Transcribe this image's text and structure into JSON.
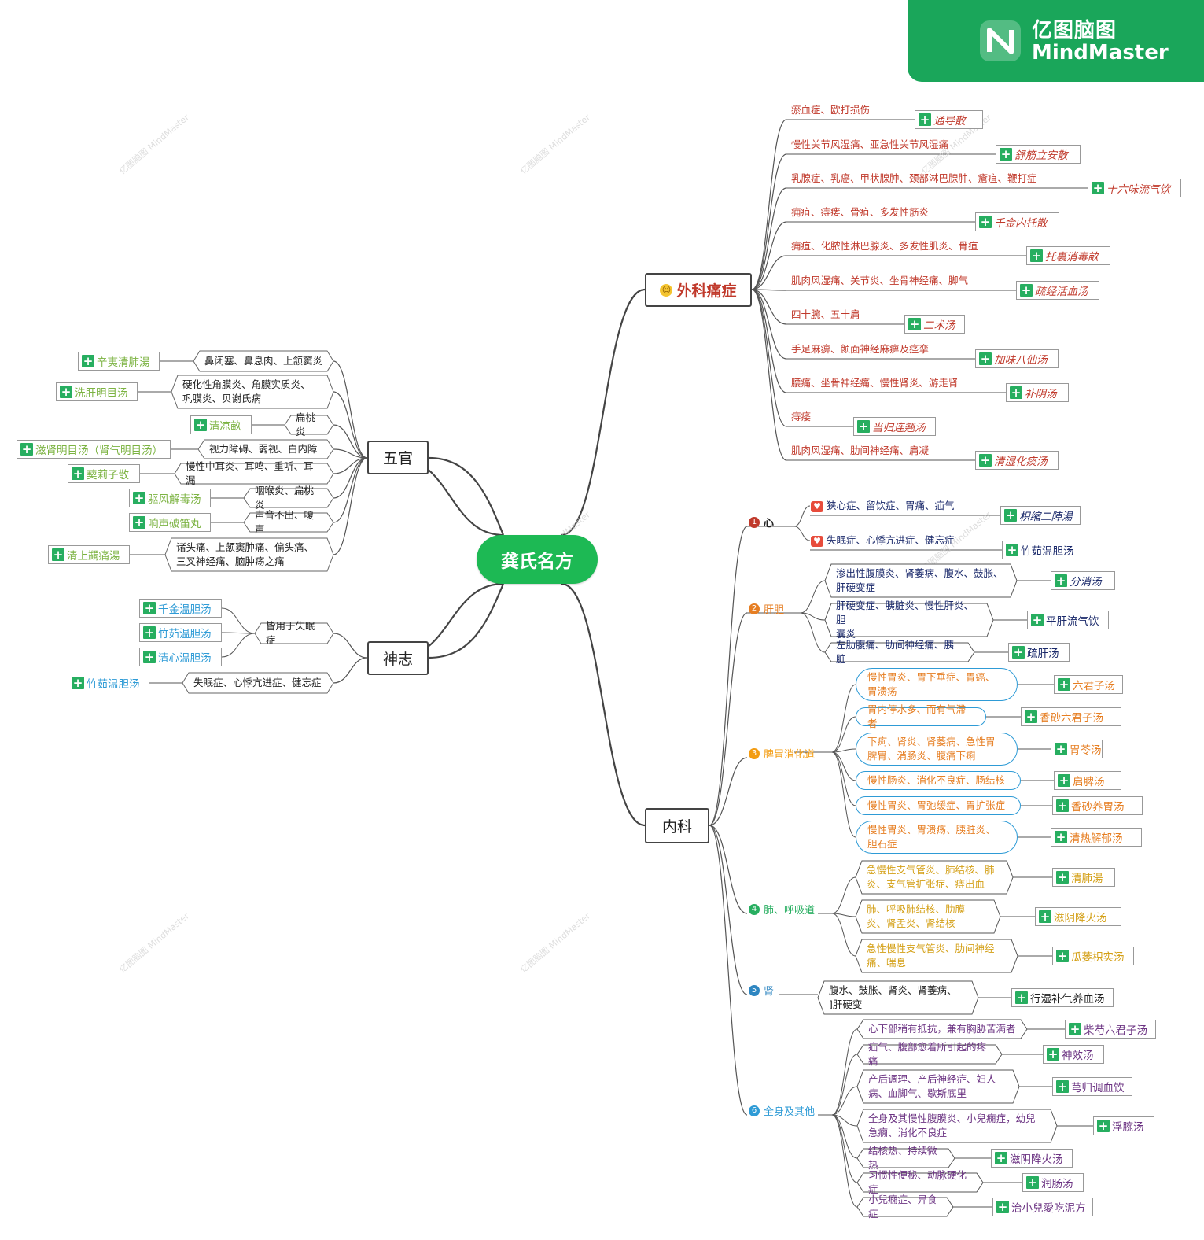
{
  "root": "龚氏名方",
  "branding": {
    "cn": "亿图脑图",
    "en": "MindMaster",
    "watermark": "亿图脑图 MindMaster"
  },
  "colors": {
    "root": "#1db954",
    "brand": "#1aa65a",
    "waike": "#c0392b",
    "xin": "#1b2a6b",
    "gandan": "#1b2a6b",
    "piwei": "#e67e22",
    "fei": "#d4a017",
    "shen": "#1b2a6b",
    "quanshen": "#6c3483",
    "wuguan_leaf": "#7cb342",
    "shenzhi_leaf": "#2e9bd6"
  },
  "wuguan": {
    "label": "五官",
    "items": [
      {
        "cond": [
          "鼻闭塞、鼻息肉、上颔窦炎"
        ],
        "rx": "辛夷清肺湯"
      },
      {
        "cond": [
          "硬化性角膜炎、角膜实质炎、",
          "巩膜炎、贝谢氏病"
        ],
        "rx": "洗肝明目汤"
      },
      {
        "cond": [
          "扁桃炎"
        ],
        "rx": "清凉畝"
      },
      {
        "cond": [
          "视力障碍、弱视、白内障"
        ],
        "rx": "滋肾明目汤（肾气明目汤）"
      },
      {
        "cond": [
          "慢性中耳炎、耳鸣、重听、耳漏"
        ],
        "rx": "葜莉子散"
      },
      {
        "cond": [
          "咽喉炎、扁桃炎"
        ],
        "rx": "驱风解毒汤"
      },
      {
        "cond": [
          "声音不出、嗄声"
        ],
        "rx": "响声破笛丸"
      },
      {
        "cond": [
          "诸头痛、上颔窦肿痛、偏头痛、",
          "三叉神经痛、脑肿疡之痛"
        ],
        "rx": "清上蠲痛湯"
      }
    ]
  },
  "shenzhi": {
    "label": "神志",
    "group_cond": "皆用于失眠症",
    "group_rx": [
      "千金温胆汤",
      "竹茹温胆汤",
      "清心温胆汤"
    ],
    "item": {
      "cond": "失眠症、心悸亢进症、健忘症",
      "rx": "竹茹温胆汤"
    }
  },
  "waike": {
    "label": "外科痛症",
    "items": [
      {
        "cond": "瘀血症、欧打损伤",
        "rx": "通导散"
      },
      {
        "cond": "慢性关节风湿痛、亚急性关节风湿痛",
        "rx": "舒筋立安散"
      },
      {
        "cond": "乳腺症、乳癌、甲状腺肿、颈部淋巴腺肿、瘡疽、鞭打症",
        "rx": "十六味流气饮"
      },
      {
        "cond": "痈疽、痔瘘、骨疽、多发性筋炎",
        "rx": "千金内托散"
      },
      {
        "cond": "痈疽、化脓性淋巴腺炎、多发性肌炎、骨疽",
        "rx": "托裏消毒畝"
      },
      {
        "cond": "肌肉风湿痛、关节炎、坐骨神经痛、脚气",
        "rx": "疏经活血汤"
      },
      {
        "cond": "四十腕、五十肩",
        "rx": "二术汤"
      },
      {
        "cond": "手足麻痹、颜面神经麻痹及痉挛",
        "rx": "加味八仙汤"
      },
      {
        "cond": "腰痛、坐骨神经痛、慢性肾炎、游走肾",
        "rx": "补阴汤"
      },
      {
        "cond": "痔瘘",
        "rx": "当归连翘汤"
      },
      {
        "cond": "肌肉风湿痛、肋间神经痛、肩凝",
        "rx": "清湿化痰汤"
      }
    ]
  },
  "neike": {
    "label": "内科",
    "sections": [
      {
        "num": "1",
        "name": "心",
        "items": [
          {
            "cond": [
              "狭心症、留饮症、胃痛、疝气"
            ],
            "rx": "枳缩二陣湯"
          },
          {
            "cond": [
              "失眠症、心悸亢进症、健忘症"
            ],
            "rx": "竹茹温胆汤"
          }
        ]
      },
      {
        "num": "2",
        "name": "肝胆",
        "items": [
          {
            "cond": [
              "渗出性腹膜炎、肾萎病、腹水、鼓胀、",
              "肝硬变症"
            ],
            "rx": "分消汤"
          },
          {
            "cond": [
              "肝硬变症、胰脏炎、慢性肝炎、胆",
              "囊炎"
            ],
            "rx": "平肝流气饮"
          },
          {
            "cond": [
              "左肋腹痛、肋间神经痛、胰脏"
            ],
            "rx": "疏肝汤"
          }
        ]
      },
      {
        "num": "3",
        "name": "脾胃消化道",
        "items": [
          {
            "cond": [
              "慢性胃炎、胃下垂症、胃癌、",
              "胃溃疡"
            ],
            "rx": "六君子汤"
          },
          {
            "cond": [
              "胃内停水多、而有气滞者"
            ],
            "rx": "香砂六君子汤"
          },
          {
            "cond": [
              "下痢、肾炎、肾萎病、急性胃",
              "脾胃、消肠炎、腹痛下痢"
            ],
            "rx": "胃苓汤"
          },
          {
            "cond": [
              "慢性肠炎、消化不良症、肠结核"
            ],
            "rx": "启脾汤"
          },
          {
            "cond": [
              "慢性胃炎、胃弛缓症、胃扩张症"
            ],
            "rx": "香砂养胃汤"
          },
          {
            "cond": [
              "慢性胃炎、胃溃疡、胰脏炎、",
              "胆石症"
            ],
            "rx": "清热解郁汤"
          }
        ]
      },
      {
        "num": "4",
        "name": "肺、呼吸道",
        "items": [
          {
            "cond": [
              "急慢性支气管炎、肺结核、肺",
              "炎、支气管扩张症、痔出血"
            ],
            "rx": "清肺湯"
          },
          {
            "cond": [
              "肺、呼吸肺结核、肋膜",
              "炎、肾盂炎、肾结核"
            ],
            "rx": "滋阴降火汤"
          },
          {
            "cond": [
              "急性慢性支气管炎、肋间神经",
              "痛、喘息"
            ],
            "rx": "瓜蒌枳实汤"
          }
        ]
      },
      {
        "num": "5",
        "name": "肾",
        "items": [
          {
            "cond": [
              "腹水、鼓胀、肾炎、肾萎病、",
              "]肝硬变"
            ],
            "rx": "行湿补气养血汤"
          }
        ]
      },
      {
        "num": "6",
        "name": "全身及其他",
        "items": [
          {
            "cond": [
              "心下部稍有抵抗，兼有胸胁苦满者"
            ],
            "rx": "柴芍六君子汤"
          },
          {
            "cond": [
              "疝气、腹部愈着所引起的疼痛"
            ],
            "rx": "神效汤"
          },
          {
            "cond": [
              "产后调理、产后神经症、妇人",
              "病、血脚气、歇斯底里"
            ],
            "rx": "芎归调血饮"
          },
          {
            "cond": [
              "全身及其慢性腹膜炎、小兒癇症，幼兒",
              "急癇、消化不良症"
            ],
            "rx": "浮腕汤"
          },
          {
            "cond": [
              "结核热、持续微热"
            ],
            "rx": "滋阴降火汤"
          },
          {
            "cond": [
              "习惯性便秘、动脉硬化症"
            ],
            "rx": "润肠汤"
          },
          {
            "cond": [
              "小兒癇症、异食症"
            ],
            "rx": "治小兒愛吃泥方"
          }
        ]
      }
    ]
  }
}
